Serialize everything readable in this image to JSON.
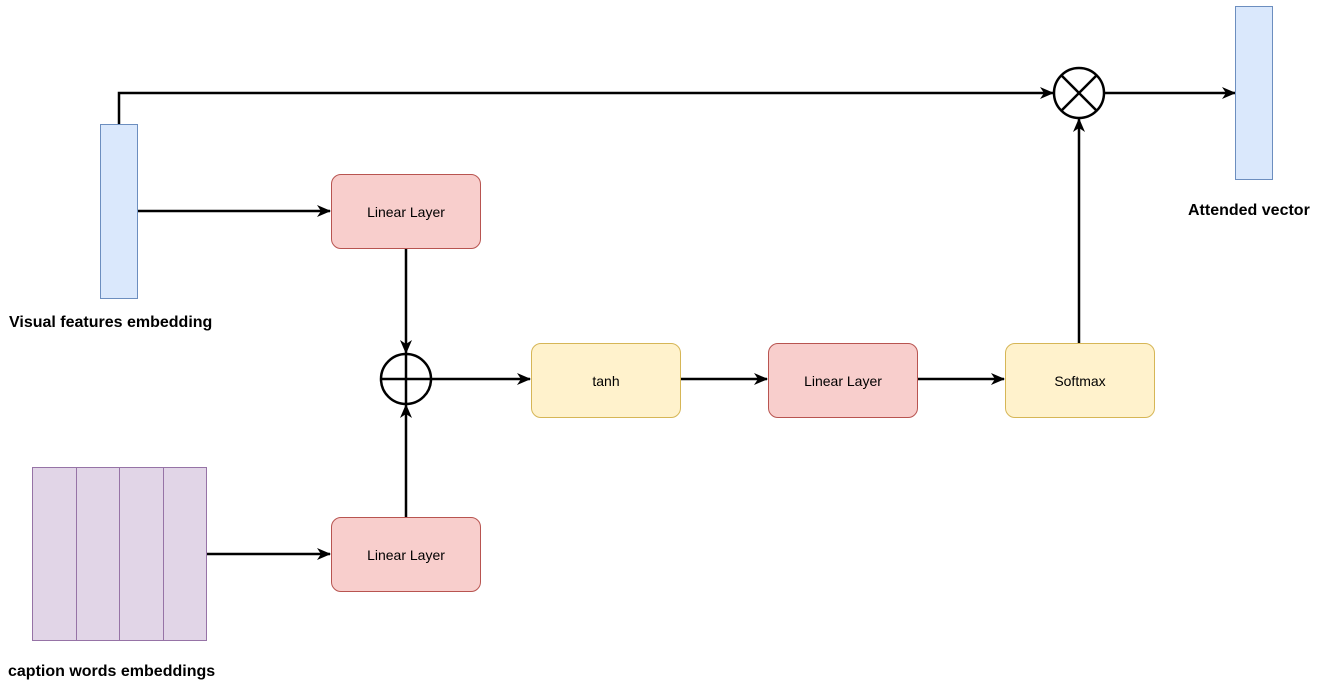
{
  "labels": {
    "visual_features": "Visual features embedding",
    "caption_words": "caption words embeddings",
    "attended_vector": "Attended vector"
  },
  "nodes": {
    "linear_visual": "Linear Layer",
    "linear_caption": "Linear Layer",
    "tanh": "tanh",
    "linear_score": "Linear Layer",
    "softmax": "Softmax"
  },
  "operators": {
    "add": "plus-circle-icon",
    "multiply": "times-circle-icon"
  },
  "colors": {
    "linear_fill": "#f8cecc",
    "linear_stroke": "#b85450",
    "activation_fill": "#fff2cc",
    "activation_stroke": "#d6b656",
    "vector_blue_fill": "#dae8fc",
    "vector_blue_stroke": "#6c8ebf",
    "vector_purple_fill": "#e1d5e7",
    "vector_purple_stroke": "#9673a6"
  }
}
